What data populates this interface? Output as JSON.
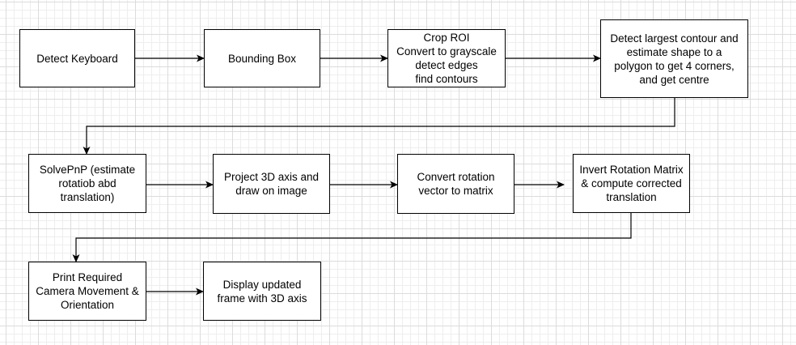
{
  "diagram": {
    "nodes": [
      {
        "id": "detect-keyboard",
        "text": "Detect Keyboard"
      },
      {
        "id": "bounding-box",
        "text": "Bounding Box"
      },
      {
        "id": "crop-roi",
        "text": "Crop ROI\nConvert to grayscale\ndetect edges\nfind contours"
      },
      {
        "id": "largest-contour",
        "text": "Detect largest contour and\nestimate shape to a\npolygon to get 4 corners,\nand get centre"
      },
      {
        "id": "solvepnp",
        "text": "SolvePnP (estimate\nrotatiob abd\ntranslation)"
      },
      {
        "id": "project-axis",
        "text": "Project 3D axis and\ndraw on image"
      },
      {
        "id": "convert-rotation",
        "text": "Convert rotation\nvector to matrix"
      },
      {
        "id": "invert-rotation",
        "text": "Invert Rotation Matrix\n& compute corrected\ntranslation"
      },
      {
        "id": "print-movement",
        "text": "Print Required\nCamera Movement &\nOrientation"
      },
      {
        "id": "display-frame",
        "text": "Display updated\nframe with 3D axis"
      }
    ],
    "edges": [
      {
        "from": "detect-keyboard",
        "to": "bounding-box"
      },
      {
        "from": "bounding-box",
        "to": "crop-roi"
      },
      {
        "from": "crop-roi",
        "to": "largest-contour"
      },
      {
        "from": "largest-contour",
        "to": "solvepnp"
      },
      {
        "from": "solvepnp",
        "to": "project-axis"
      },
      {
        "from": "project-axis",
        "to": "convert-rotation"
      },
      {
        "from": "convert-rotation",
        "to": "invert-rotation"
      },
      {
        "from": "invert-rotation",
        "to": "print-movement"
      },
      {
        "from": "print-movement",
        "to": "display-frame"
      }
    ]
  }
}
